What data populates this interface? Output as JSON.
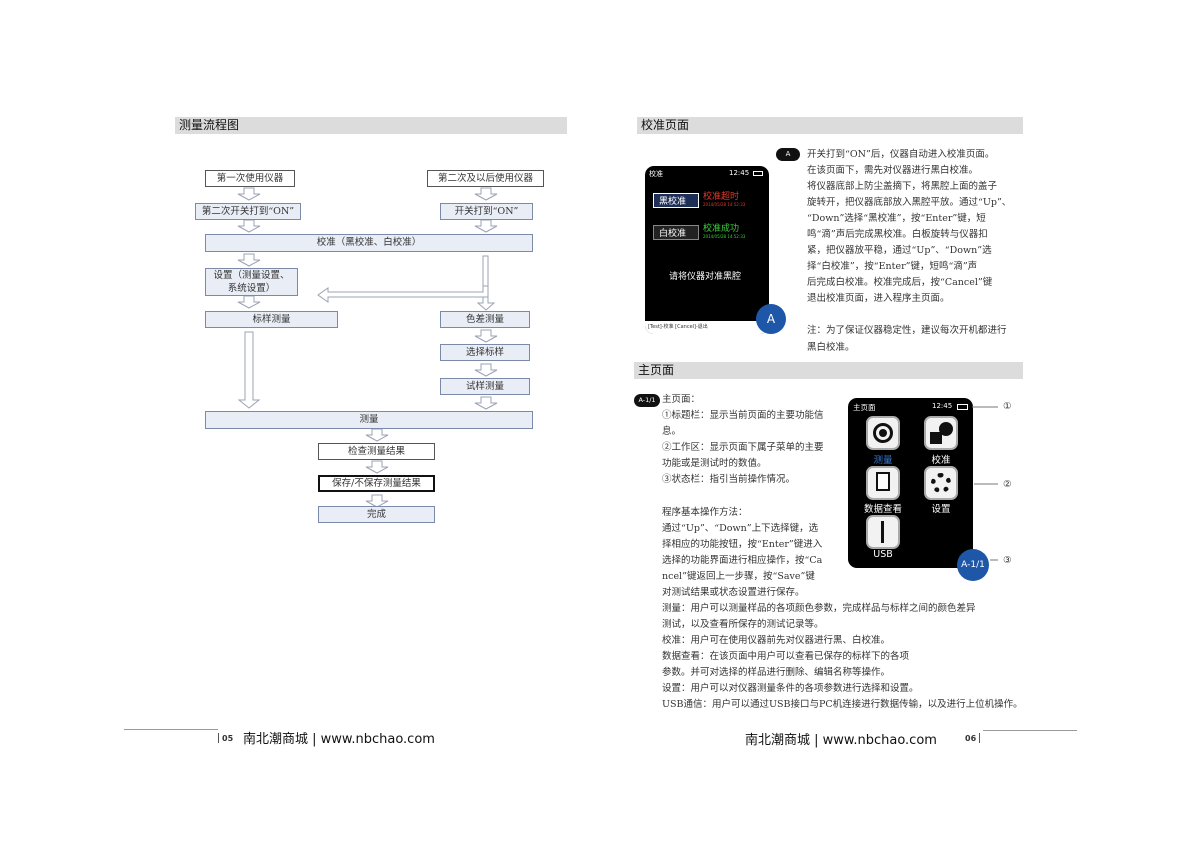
{
  "left": {
    "heading": "测量流程图",
    "flow": {
      "first_use": "第一次使用仪器",
      "second_use": "第二次及以后使用仪器",
      "second_power": "第二次开关打到“ON”",
      "power_on": "开关打到“ON”",
      "calibrate": "校准（黑校准、白校准）",
      "settings": "设置（测量设置、\n系统设置）",
      "std_measure": "标样测量",
      "color_diff": "色差测量",
      "select_std": "选择标样",
      "sample_measure": "试样测量",
      "measure": "测量",
      "check_result": "检查测量结果",
      "save_result": "保存/不保存测量结果",
      "done": "完成"
    },
    "footer": {
      "page": "05",
      "brand": "南北潮商城 | www.nbchao.com"
    }
  },
  "right": {
    "cal_heading": "校准页面",
    "cal_screen": {
      "title": "校准",
      "time": "12:45",
      "black_btn": "黑校准",
      "black_status": "校准超时",
      "black_date": "2014/05/28 14:52:33",
      "white_btn": "白校准",
      "white_status": "校准成功",
      "white_date": "2014/05/28 14:52:33",
      "prompt": "请将仪器对准黑腔",
      "bottom": "[Test]-校准    [Cancel]-退出"
    },
    "badge_a": "A",
    "cal_text": [
      "开关打到“ON”后，仪器自动进入校准页面。",
      "在该页面下，需先对仪器进行黑白校准。",
      "将仪器底部上防尘盖摘下，将黑腔上面的盖子",
      "旋转开，把仪器底部放入黑腔平放。通过“Up”、",
      "“Down”选择“黑校准”，按“Enter”键，短",
      "鸣“滴”声后完成黑校准。白板旋转与仪器扣",
      "紧，把仪器放平稳，通过“Up”、“Down”选",
      "择“白校准”，按“Enter”键，短鸣“滴”声",
      "后完成白校准。校准完成后，按“Cancel”键",
      "退出校准页面，进入程序主页面。"
    ],
    "cal_note": [
      "注：为了保证仪器稳定性，建议每次开机都进行",
      "黑白校准。"
    ],
    "main_heading": "主页面",
    "badge_a11": "A-1/1",
    "main_intro": "主页面：",
    "main_items": [
      "①标题栏：显示当前页面的主要功能信",
      "息。",
      "②工作区：显示页面下属子菜单的主要",
      "功能或是测试时的数值。",
      "③状态栏：指引当前操作情况。"
    ],
    "op_title": "程序基本操作方法：",
    "op_text": [
      "通过“Up”、“Down”上下选择键，选",
      "择相应的功能按钮，按“Enter”键进入",
      "选择的功能界面进行相应操作，按“Ca",
      "ncel”键返回上一步骤，按“Save”键",
      "对测试结果或状态设置进行保存。"
    ],
    "desc_lines": [
      "测量：用户可以测量样品的各项颜色参数，完成样品与标样之间的颜色差异",
      "测试，以及查看所保存的测试记录等。",
      "校准：用户可在使用仪器前先对仪器进行黑、白校准。",
      "数据查看：在该页面中用户可以查看已保存的标样下的各项",
      "参数。并可对选择的样品进行删除、编辑名称等操作。",
      "设置：用户可以对仪器测量条件的各项参数进行选择和设置。",
      "USB通信：用户可以通过USB接口与PC机连接进行数据传输，以及进行上位机操作。"
    ],
    "main_screen": {
      "title": "主页面",
      "time": "12:45",
      "measure": "测量",
      "calibrate": "校准",
      "data_view": "数据查看",
      "settings": "设置",
      "usb": "USB"
    },
    "callouts": [
      "①",
      "②",
      "③"
    ],
    "footer": {
      "page": "06",
      "brand": "南北潮商城 | www.nbchao.com"
    }
  },
  "colors": {
    "accent_blue": "#1e56a8",
    "box_fill": "#e9edf6",
    "screen_red": "#e23a2a",
    "screen_green": "#3bd13b"
  }
}
